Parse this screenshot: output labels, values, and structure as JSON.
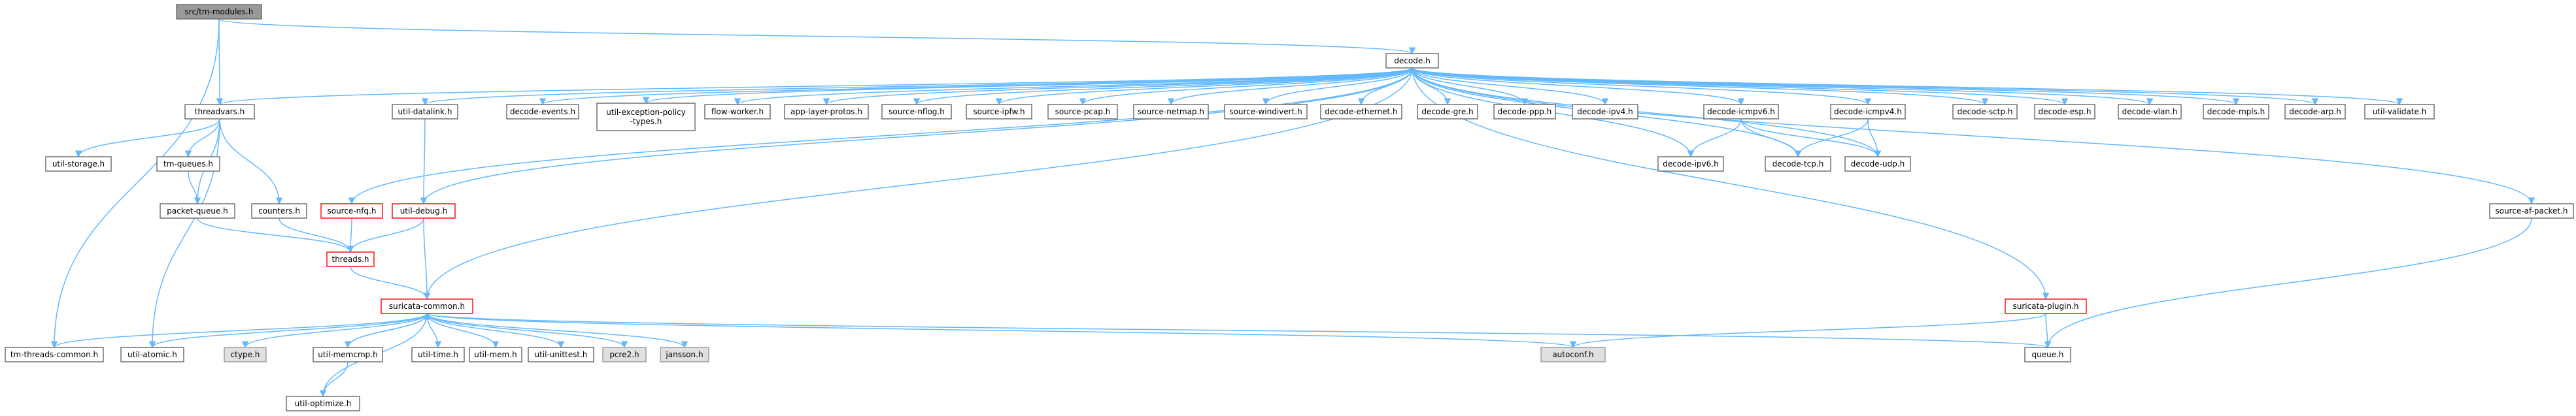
{
  "diagram": {
    "nodes": [
      {
        "id": "root",
        "lines": [
          "src/tm-modules.h"
        ],
        "style": "root"
      },
      {
        "id": "decode",
        "lines": [
          "decode.h"
        ],
        "style": "normal"
      },
      {
        "id": "threadvars",
        "lines": [
          "threadvars.h"
        ],
        "style": "normal"
      },
      {
        "id": "util_datalink",
        "lines": [
          "util-datalink.h"
        ],
        "style": "normal"
      },
      {
        "id": "decode_events",
        "lines": [
          "decode-events.h"
        ],
        "style": "normal"
      },
      {
        "id": "util_exception",
        "lines": [
          "util-exception-policy",
          "-types.h"
        ],
        "style": "normal"
      },
      {
        "id": "flow_worker",
        "lines": [
          "flow-worker.h"
        ],
        "style": "normal"
      },
      {
        "id": "app_layer_protos",
        "lines": [
          "app-layer-protos.h"
        ],
        "style": "normal"
      },
      {
        "id": "source_nflog",
        "lines": [
          "source-nflog.h"
        ],
        "style": "normal"
      },
      {
        "id": "source_ipfw",
        "lines": [
          "source-ipfw.h"
        ],
        "style": "normal"
      },
      {
        "id": "source_pcap",
        "lines": [
          "source-pcap.h"
        ],
        "style": "normal"
      },
      {
        "id": "source_netmap",
        "lines": [
          "source-netmap.h"
        ],
        "style": "normal"
      },
      {
        "id": "source_windivert",
        "lines": [
          "source-windivert.h"
        ],
        "style": "normal"
      },
      {
        "id": "decode_ethernet",
        "lines": [
          "decode-ethernet.h"
        ],
        "style": "normal"
      },
      {
        "id": "decode_gre",
        "lines": [
          "decode-gre.h"
        ],
        "style": "normal"
      },
      {
        "id": "decode_ppp",
        "lines": [
          "decode-ppp.h"
        ],
        "style": "normal"
      },
      {
        "id": "decode_ipv4",
        "lines": [
          "decode-ipv4.h"
        ],
        "style": "normal"
      },
      {
        "id": "decode_icmpv6",
        "lines": [
          "decode-icmpv6.h"
        ],
        "style": "normal"
      },
      {
        "id": "decode_icmpv4",
        "lines": [
          "decode-icmpv4.h"
        ],
        "style": "normal"
      },
      {
        "id": "decode_sctp",
        "lines": [
          "decode-sctp.h"
        ],
        "style": "normal"
      },
      {
        "id": "decode_esp",
        "lines": [
          "decode-esp.h"
        ],
        "style": "normal"
      },
      {
        "id": "decode_vlan",
        "lines": [
          "decode-vlan.h"
        ],
        "style": "normal"
      },
      {
        "id": "decode_mpls",
        "lines": [
          "decode-mpls.h"
        ],
        "style": "normal"
      },
      {
        "id": "decode_arp",
        "lines": [
          "decode-arp.h"
        ],
        "style": "normal"
      },
      {
        "id": "util_validate",
        "lines": [
          "util-validate.h"
        ],
        "style": "normal"
      },
      {
        "id": "util_storage",
        "lines": [
          "util-storage.h"
        ],
        "style": "normal"
      },
      {
        "id": "tm_queues",
        "lines": [
          "tm-queues.h"
        ],
        "style": "normal"
      },
      {
        "id": "packet_queue",
        "lines": [
          "packet-queue.h"
        ],
        "style": "normal"
      },
      {
        "id": "counters",
        "lines": [
          "counters.h"
        ],
        "style": "normal"
      },
      {
        "id": "source_nfq",
        "lines": [
          "source-nfq.h"
        ],
        "style": "red"
      },
      {
        "id": "util_debug",
        "lines": [
          "util-debug.h"
        ],
        "style": "red"
      },
      {
        "id": "threads",
        "lines": [
          "threads.h"
        ],
        "style": "red"
      },
      {
        "id": "decode_ipv6",
        "lines": [
          "decode-ipv6.h"
        ],
        "style": "normal"
      },
      {
        "id": "decode_tcp",
        "lines": [
          "decode-tcp.h"
        ],
        "style": "normal"
      },
      {
        "id": "decode_udp",
        "lines": [
          "decode-udp.h"
        ],
        "style": "normal"
      },
      {
        "id": "source_af_packet",
        "lines": [
          "source-af-packet.h"
        ],
        "style": "normal"
      },
      {
        "id": "suricata_common",
        "lines": [
          "suricata-common.h"
        ],
        "style": "red"
      },
      {
        "id": "suricata_plugin",
        "lines": [
          "suricata-plugin.h"
        ],
        "style": "red"
      },
      {
        "id": "tm_threads_common",
        "lines": [
          "tm-threads-common.h"
        ],
        "style": "normal"
      },
      {
        "id": "util_atomic",
        "lines": [
          "util-atomic.h"
        ],
        "style": "normal"
      },
      {
        "id": "ctype",
        "lines": [
          "ctype.h"
        ],
        "style": "gray"
      },
      {
        "id": "util_memcmp",
        "lines": [
          "util-memcmp.h"
        ],
        "style": "normal"
      },
      {
        "id": "util_time",
        "lines": [
          "util-time.h"
        ],
        "style": "normal"
      },
      {
        "id": "util_mem",
        "lines": [
          "util-mem.h"
        ],
        "style": "normal"
      },
      {
        "id": "util_unittest",
        "lines": [
          "util-unittest.h"
        ],
        "style": "normal"
      },
      {
        "id": "pcre2",
        "lines": [
          "pcre2.h"
        ],
        "style": "gray"
      },
      {
        "id": "jansson",
        "lines": [
          "jansson.h"
        ],
        "style": "gray"
      },
      {
        "id": "autoconf",
        "lines": [
          "autoconf.h"
        ],
        "style": "gray"
      },
      {
        "id": "queue",
        "lines": [
          "queue.h"
        ],
        "style": "normal"
      },
      {
        "id": "util_optimize",
        "lines": [
          "util-optimize.h"
        ],
        "style": "normal"
      }
    ],
    "edges": [
      [
        "root",
        "decode"
      ],
      [
        "root",
        "threadvars"
      ],
      [
        "root",
        "tm_threads_common"
      ],
      [
        "decode",
        "threadvars"
      ],
      [
        "decode",
        "util_datalink"
      ],
      [
        "decode",
        "decode_events"
      ],
      [
        "decode",
        "util_exception"
      ],
      [
        "decode",
        "flow_worker"
      ],
      [
        "decode",
        "app_layer_protos"
      ],
      [
        "decode",
        "source_nflog"
      ],
      [
        "decode",
        "source_ipfw"
      ],
      [
        "decode",
        "source_pcap"
      ],
      [
        "decode",
        "source_netmap"
      ],
      [
        "decode",
        "source_windivert"
      ],
      [
        "decode",
        "decode_ethernet"
      ],
      [
        "decode",
        "decode_gre"
      ],
      [
        "decode",
        "decode_ppp"
      ],
      [
        "decode",
        "decode_ipv4"
      ],
      [
        "decode",
        "decode_icmpv6"
      ],
      [
        "decode",
        "decode_icmpv4"
      ],
      [
        "decode",
        "decode_sctp"
      ],
      [
        "decode",
        "decode_esp"
      ],
      [
        "decode",
        "decode_vlan"
      ],
      [
        "decode",
        "decode_mpls"
      ],
      [
        "decode",
        "decode_arp"
      ],
      [
        "decode",
        "util_validate"
      ],
      [
        "decode",
        "source_nfq"
      ],
      [
        "decode",
        "util_debug"
      ],
      [
        "decode",
        "suricata_common"
      ],
      [
        "decode",
        "decode_ipv6"
      ],
      [
        "decode",
        "decode_tcp"
      ],
      [
        "decode",
        "decode_udp"
      ],
      [
        "decode",
        "source_af_packet"
      ],
      [
        "decode",
        "suricata_plugin"
      ],
      [
        "threadvars",
        "util_storage"
      ],
      [
        "threadvars",
        "tm_queues"
      ],
      [
        "threadvars",
        "packet_queue"
      ],
      [
        "threadvars",
        "counters"
      ],
      [
        "threadvars",
        "util_atomic"
      ],
      [
        "tm_queues",
        "packet_queue"
      ],
      [
        "packet_queue",
        "threads"
      ],
      [
        "counters",
        "threads"
      ],
      [
        "source_nfq",
        "threads"
      ],
      [
        "util_debug",
        "threads"
      ],
      [
        "util_debug",
        "suricata_common"
      ],
      [
        "util_datalink",
        "util_debug"
      ],
      [
        "threads",
        "suricata_common"
      ],
      [
        "decode_icmpv6",
        "decode_ipv6"
      ],
      [
        "decode_icmpv6",
        "decode_tcp"
      ],
      [
        "decode_icmpv6",
        "decode_udp"
      ],
      [
        "decode_icmpv4",
        "decode_tcp"
      ],
      [
        "decode_icmpv4",
        "decode_udp"
      ],
      [
        "suricata_common",
        "tm_threads_common"
      ],
      [
        "suricata_common",
        "util_atomic"
      ],
      [
        "suricata_common",
        "ctype"
      ],
      [
        "suricata_common",
        "util_memcmp"
      ],
      [
        "suricata_common",
        "util_time"
      ],
      [
        "suricata_common",
        "util_mem"
      ],
      [
        "suricata_common",
        "util_unittest"
      ],
      [
        "suricata_common",
        "pcre2"
      ],
      [
        "suricata_common",
        "jansson"
      ],
      [
        "suricata_common",
        "autoconf"
      ],
      [
        "suricata_common",
        "queue"
      ],
      [
        "suricata_common",
        "util_optimize"
      ],
      [
        "util_memcmp",
        "suricata_common"
      ],
      [
        "util_memcmp",
        "util_optimize"
      ],
      [
        "suricata_plugin",
        "autoconf"
      ],
      [
        "suricata_plugin",
        "queue"
      ],
      [
        "source_af_packet",
        "queue"
      ]
    ]
  },
  "colors": {
    "edge": "#63b8ff",
    "root_fill": "#999999",
    "node_fill": "#ffffff",
    "node_stroke": "#666666",
    "red_stroke": "#ff0000",
    "gray_fill": "#e0e0e0",
    "gray_stroke": "#999999"
  }
}
